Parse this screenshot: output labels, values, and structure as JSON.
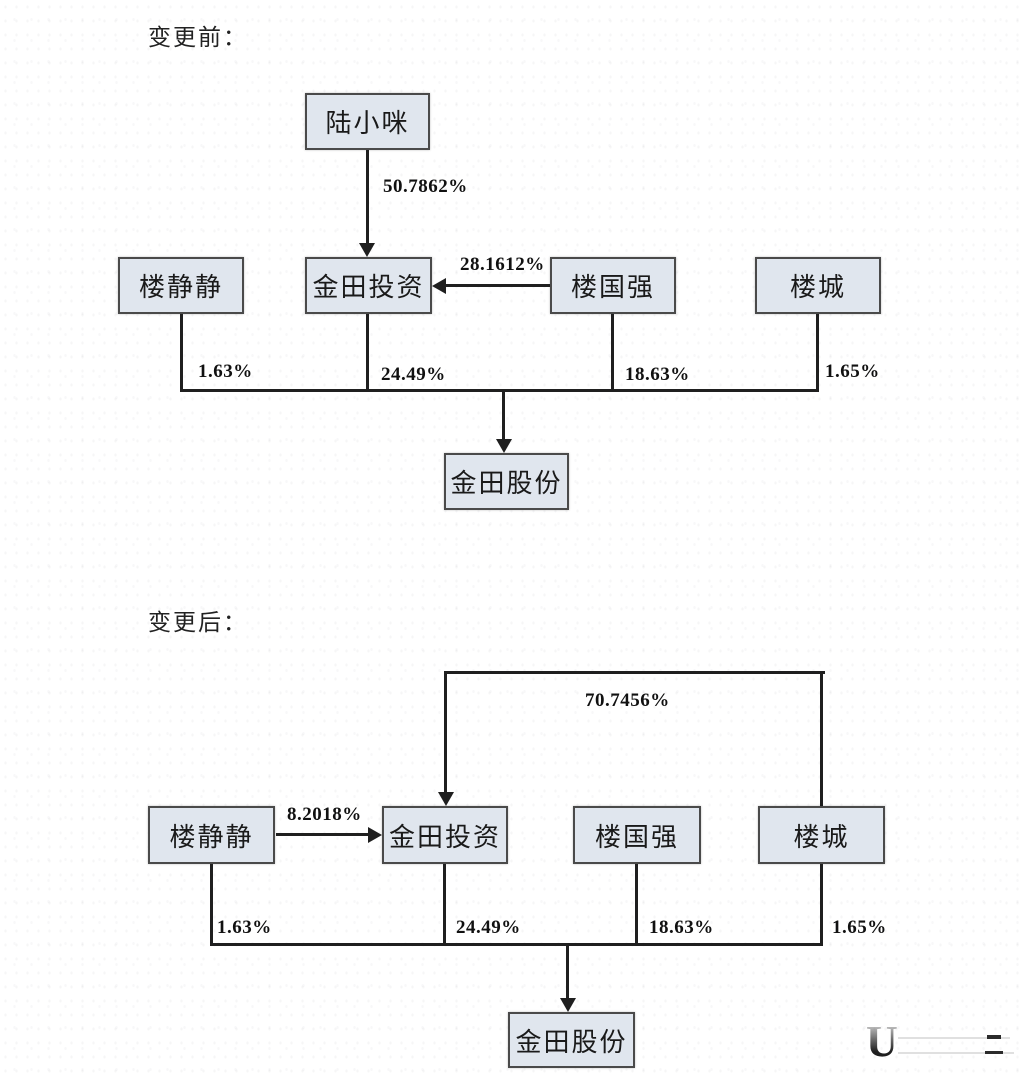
{
  "colors": {
    "box_fill": "#e0e6ee",
    "box_border": "#4a4a4a",
    "line": "#1f1f1f"
  },
  "before": {
    "section_label": "变更前：",
    "nodes": {
      "lu_xiaomi": "陆小咪",
      "lou_jingjing": "楼静静",
      "jintian_investment": "金田投资",
      "lou_guoqiang": "楼国强",
      "lou_cheng": "楼城",
      "jintian_shares": "金田股份"
    },
    "edges": {
      "lu_xiaomi_to_jintian_investment": "50.7862%",
      "lou_guoqiang_to_jintian_investment": "28.1612%",
      "lou_jingjing_to_jintian_shares": "1.63%",
      "jintian_investment_to_jintian_shares": "24.49%",
      "lou_guoqiang_to_jintian_shares": "18.63%",
      "lou_cheng_to_jintian_shares": "1.65%"
    }
  },
  "after": {
    "section_label": "变更后：",
    "nodes": {
      "lou_jingjing": "楼静静",
      "jintian_investment": "金田投资",
      "lou_guoqiang": "楼国强",
      "lou_cheng": "楼城",
      "jintian_shares": "金田股份"
    },
    "edges": {
      "lou_cheng_to_jintian_investment": "70.7456%",
      "lou_jingjing_to_jintian_investment": "8.2018%",
      "lou_jingjing_to_jintian_shares": "1.63%",
      "jintian_investment_to_jintian_shares": "24.49%",
      "lou_guoqiang_to_jintian_shares": "18.63%",
      "lou_cheng_to_jintian_shares": "1.65%"
    }
  },
  "artifacts": {
    "pen_mark": "U"
  }
}
